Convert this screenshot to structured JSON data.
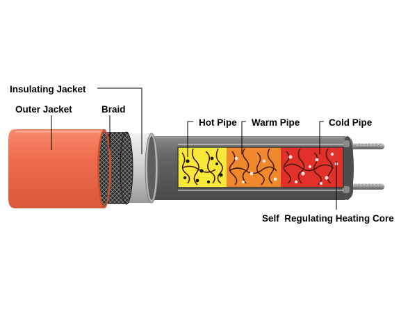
{
  "diagram": {
    "labels": {
      "insulating_jacket": "Insulating Jacket",
      "outer_jacket": "Outer Jacket",
      "braid": "Braid",
      "hot_pipe": "Hot Pipe",
      "warm_pipe": "Warm Pipe",
      "cold_pipe": "Cold Pipe",
      "heating_core": "Self  Regulating Heating Core"
    },
    "colors": {
      "outer_jacket": "#f06e4e",
      "braid": "#2e2e2e",
      "insulating_jacket": "#c8c8c8",
      "core_sheath": "#5f5f5f",
      "hot_zone": "#f7e93a",
      "warm_zone": "#f0882e",
      "cold_zone": "#e2302a",
      "bus_wire": "#a8a8a8"
    }
  }
}
